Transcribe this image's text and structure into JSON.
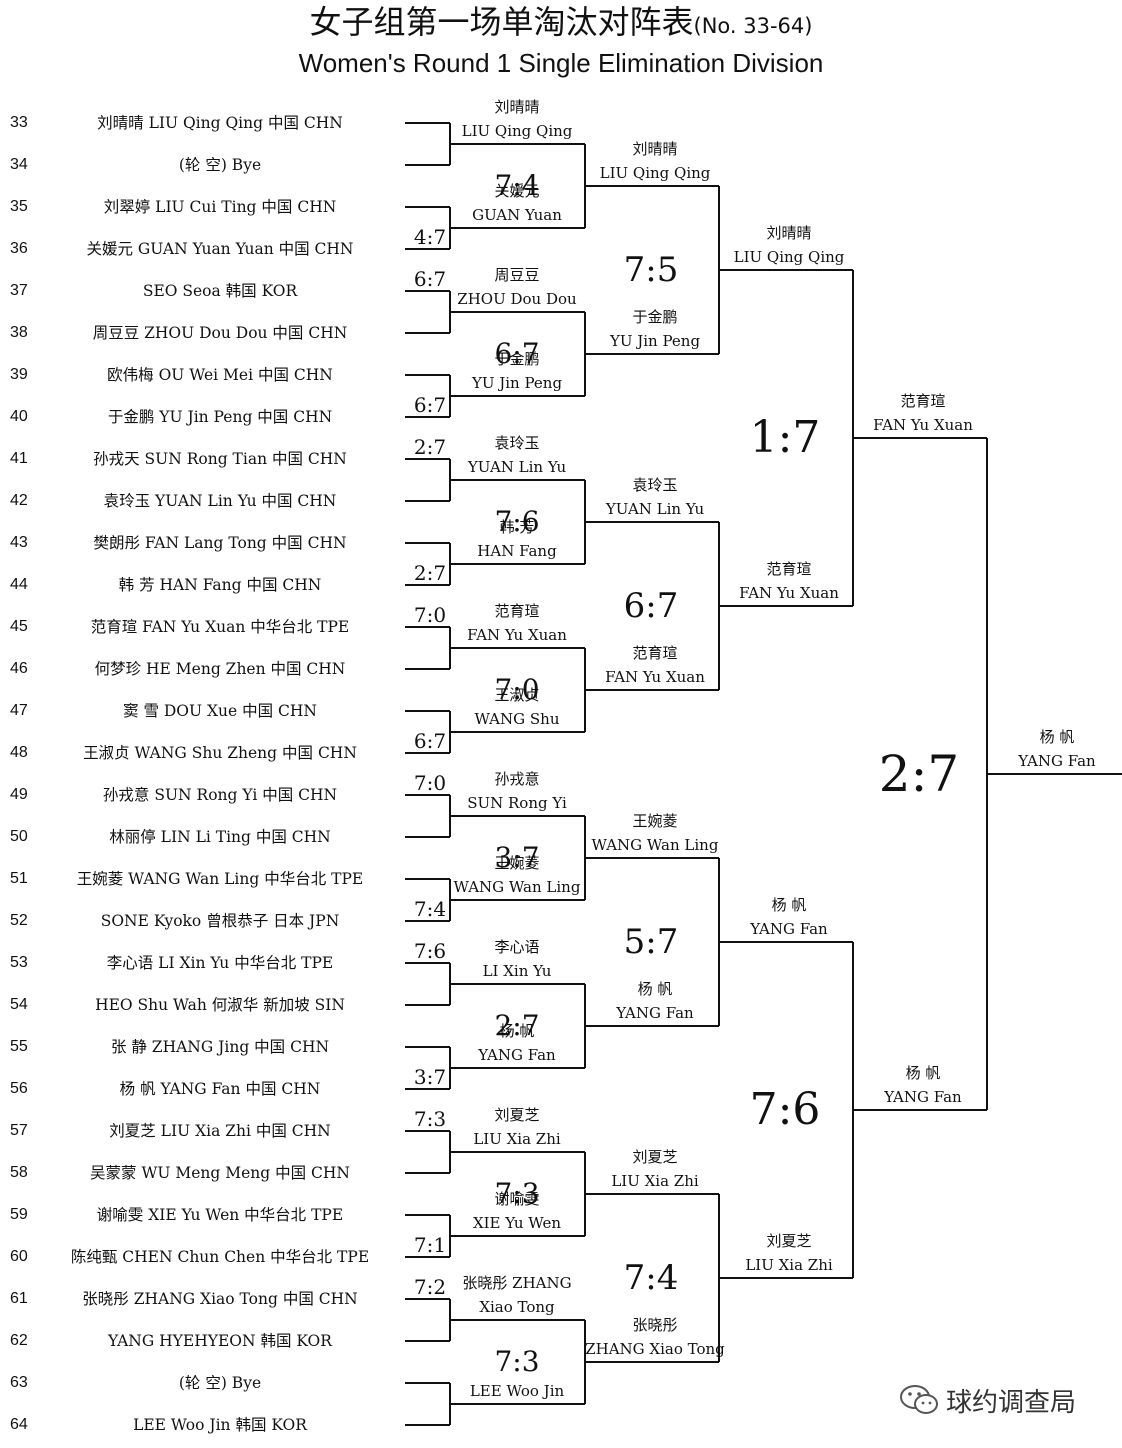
{
  "title_cn": "女子组第一场单淘汰对阵表",
  "title_cn_sub": "(No. 33-64)",
  "title_en": "Women's Round 1 Single Elimination Division",
  "entries": [
    {
      "no": "33",
      "text": "刘晴晴 LIU Qing Qing  中国 CHN"
    },
    {
      "no": "34",
      "text": "(轮  空) Bye"
    },
    {
      "no": "35",
      "text": "刘翠婷 LIU Cui Ting  中国 CHN"
    },
    {
      "no": "36",
      "text": "关媛元 GUAN Yuan Yuan  中国 CHN"
    },
    {
      "no": "37",
      "text": "SEO Seoa  韩国 KOR"
    },
    {
      "no": "38",
      "text": "周豆豆 ZHOU Dou Dou  中国 CHN"
    },
    {
      "no": "39",
      "text": "欧伟梅 OU Wei Mei  中国 CHN"
    },
    {
      "no": "40",
      "text": "于金鹏 YU Jin Peng  中国 CHN"
    },
    {
      "no": "41",
      "text": "孙戎天 SUN Rong Tian  中国 CHN"
    },
    {
      "no": "42",
      "text": "袁玲玉 YUAN Lin Yu  中国 CHN"
    },
    {
      "no": "43",
      "text": "樊朗彤 FAN Lang Tong  中国 CHN"
    },
    {
      "no": "44",
      "text": "韩  芳 HAN Fang  中国 CHN"
    },
    {
      "no": "45",
      "text": "范育瑄 FAN Yu Xuan  中华台北 TPE"
    },
    {
      "no": "46",
      "text": "何梦珍 HE Meng Zhen  中国 CHN"
    },
    {
      "no": "47",
      "text": "窦  雪 DOU Xue  中国 CHN"
    },
    {
      "no": "48",
      "text": "王淑贞 WANG Shu Zheng  中国 CHN"
    },
    {
      "no": "49",
      "text": "孙戎意 SUN Rong Yi  中国 CHN"
    },
    {
      "no": "50",
      "text": "林丽停 LIN Li Ting  中国 CHN"
    },
    {
      "no": "51",
      "text": "王婉菱 WANG Wan Ling  中华台北 TPE"
    },
    {
      "no": "52",
      "text": "SONE Kyoko 曾根恭子  日本 JPN"
    },
    {
      "no": "53",
      "text": "李心语 LI Xin Yu  中华台北 TPE"
    },
    {
      "no": "54",
      "text": "HEO Shu Wah 何淑华  新加坡 SIN"
    },
    {
      "no": "55",
      "text": "张  静 ZHANG Jing  中国 CHN"
    },
    {
      "no": "56",
      "text": "杨  帆 YANG Fan  中国 CHN"
    },
    {
      "no": "57",
      "text": "刘夏芝 LIU Xia Zhi  中国 CHN"
    },
    {
      "no": "58",
      "text": "吴蒙蒙 WU Meng Meng  中国 CHN"
    },
    {
      "no": "59",
      "text": "谢喻雯 XIE Yu Wen  中华台北 TPE"
    },
    {
      "no": "60",
      "text": "陈纯甄 CHEN Chun Chen  中华台北 TPE"
    },
    {
      "no": "61",
      "text": "张晓彤 ZHANG Xiao Tong  中国 CHN"
    },
    {
      "no": "62",
      "text": "YANG HYEHYEON  韩国 KOR"
    },
    {
      "no": "63",
      "text": "(轮  空) Bye"
    },
    {
      "no": "64",
      "text": "LEE Woo Jin  韩国 KOR"
    }
  ],
  "round1": [
    {
      "winner_cn": "刘晴晴",
      "winner_en": "LIU Qing Qing",
      "score_top": "",
      "score_bottom": ""
    },
    {
      "winner_cn": "关媛元",
      "winner_en": "GUAN Yuan",
      "score_top": "",
      "score_bottom": "4:7"
    },
    {
      "winner_cn": "周豆豆",
      "winner_en": "ZHOU Dou Dou",
      "score_top": "6:7",
      "score_bottom": ""
    },
    {
      "winner_cn": "于金鹏",
      "winner_en": "YU Jin Peng",
      "score_top": "",
      "score_bottom": "6:7"
    },
    {
      "winner_cn": "袁玲玉",
      "winner_en": "YUAN Lin Yu",
      "score_top": "2:7",
      "score_bottom": ""
    },
    {
      "winner_cn": "韩  芳",
      "winner_en": "HAN Fang",
      "score_top": "",
      "score_bottom": "2:7"
    },
    {
      "winner_cn": "范育瑄",
      "winner_en": "FAN Yu Xuan",
      "score_top": "7:0",
      "score_bottom": ""
    },
    {
      "winner_cn": "王淑贞",
      "winner_en": "WANG Shu",
      "score_top": "",
      "score_bottom": "6:7"
    },
    {
      "winner_cn": "孙戎意",
      "winner_en": "SUN Rong Yi",
      "score_top": "7:0",
      "score_bottom": ""
    },
    {
      "winner_cn": "王婉菱",
      "winner_en": "WANG Wan Ling",
      "score_top": "",
      "score_bottom": "7:4"
    },
    {
      "winner_cn": "李心语",
      "winner_en": "LI Xin Yu",
      "score_top": "7:6",
      "score_bottom": ""
    },
    {
      "winner_cn": "杨  帆",
      "winner_en": "YANG Fan",
      "score_top": "",
      "score_bottom": "3:7"
    },
    {
      "winner_cn": "刘夏芝",
      "winner_en": "LIU Xia Zhi",
      "score_top": "7:3",
      "score_bottom": ""
    },
    {
      "winner_cn": "谢喻雯",
      "winner_en": "XIE Yu Wen",
      "score_top": "",
      "score_bottom": "7:1"
    },
    {
      "winner_cn": "张晓彤 ZHANG",
      "winner_en": "Xiao Tong",
      "score_top": "7:2",
      "score_bottom": ""
    },
    {
      "winner_cn": "",
      "winner_en": "LEE Woo Jin",
      "score_top": "",
      "score_bottom": ""
    }
  ],
  "round2": [
    {
      "winner_cn": "刘晴晴",
      "winner_en": "LIU Qing Qing",
      "score": "7:4"
    },
    {
      "winner_cn": "于金鹏",
      "winner_en": "YU Jin Peng",
      "score": "6:7"
    },
    {
      "winner_cn": "袁玲玉",
      "winner_en": "YUAN Lin Yu",
      "score": "7:6"
    },
    {
      "winner_cn": "范育瑄",
      "winner_en": "FAN Yu Xuan",
      "score": "7:0"
    },
    {
      "winner_cn": "王婉菱",
      "winner_en": "WANG Wan Ling",
      "score": "3:7"
    },
    {
      "winner_cn": "杨  帆",
      "winner_en": "YANG Fan",
      "score": "2:7"
    },
    {
      "winner_cn": "刘夏芝",
      "winner_en": "LIU Xia Zhi",
      "score": "7:3"
    },
    {
      "winner_cn": "张晓彤",
      "winner_en": "ZHANG Xiao Tong",
      "score": "7:3"
    }
  ],
  "round3": [
    {
      "winner_cn": "刘晴晴",
      "winner_en": "LIU Qing Qing",
      "score": "7:5"
    },
    {
      "winner_cn": "范育瑄",
      "winner_en": "FAN Yu Xuan",
      "score": "6:7"
    },
    {
      "winner_cn": "杨  帆",
      "winner_en": "YANG Fan",
      "score": "5:7"
    },
    {
      "winner_cn": "刘夏芝",
      "winner_en": "LIU Xia Zhi",
      "score": "7:4"
    }
  ],
  "round4": [
    {
      "winner_cn": "范育瑄",
      "winner_en": "FAN Yu Xuan",
      "score": "1:7"
    },
    {
      "winner_cn": "杨  帆",
      "winner_en": "YANG Fan",
      "score": "7:6"
    }
  ],
  "final": {
    "winner_cn": "杨  帆",
    "winner_en": "YANG Fan",
    "score": "2:7"
  },
  "watermark": "球约调查局",
  "watermark_icon": "wechat-icon"
}
